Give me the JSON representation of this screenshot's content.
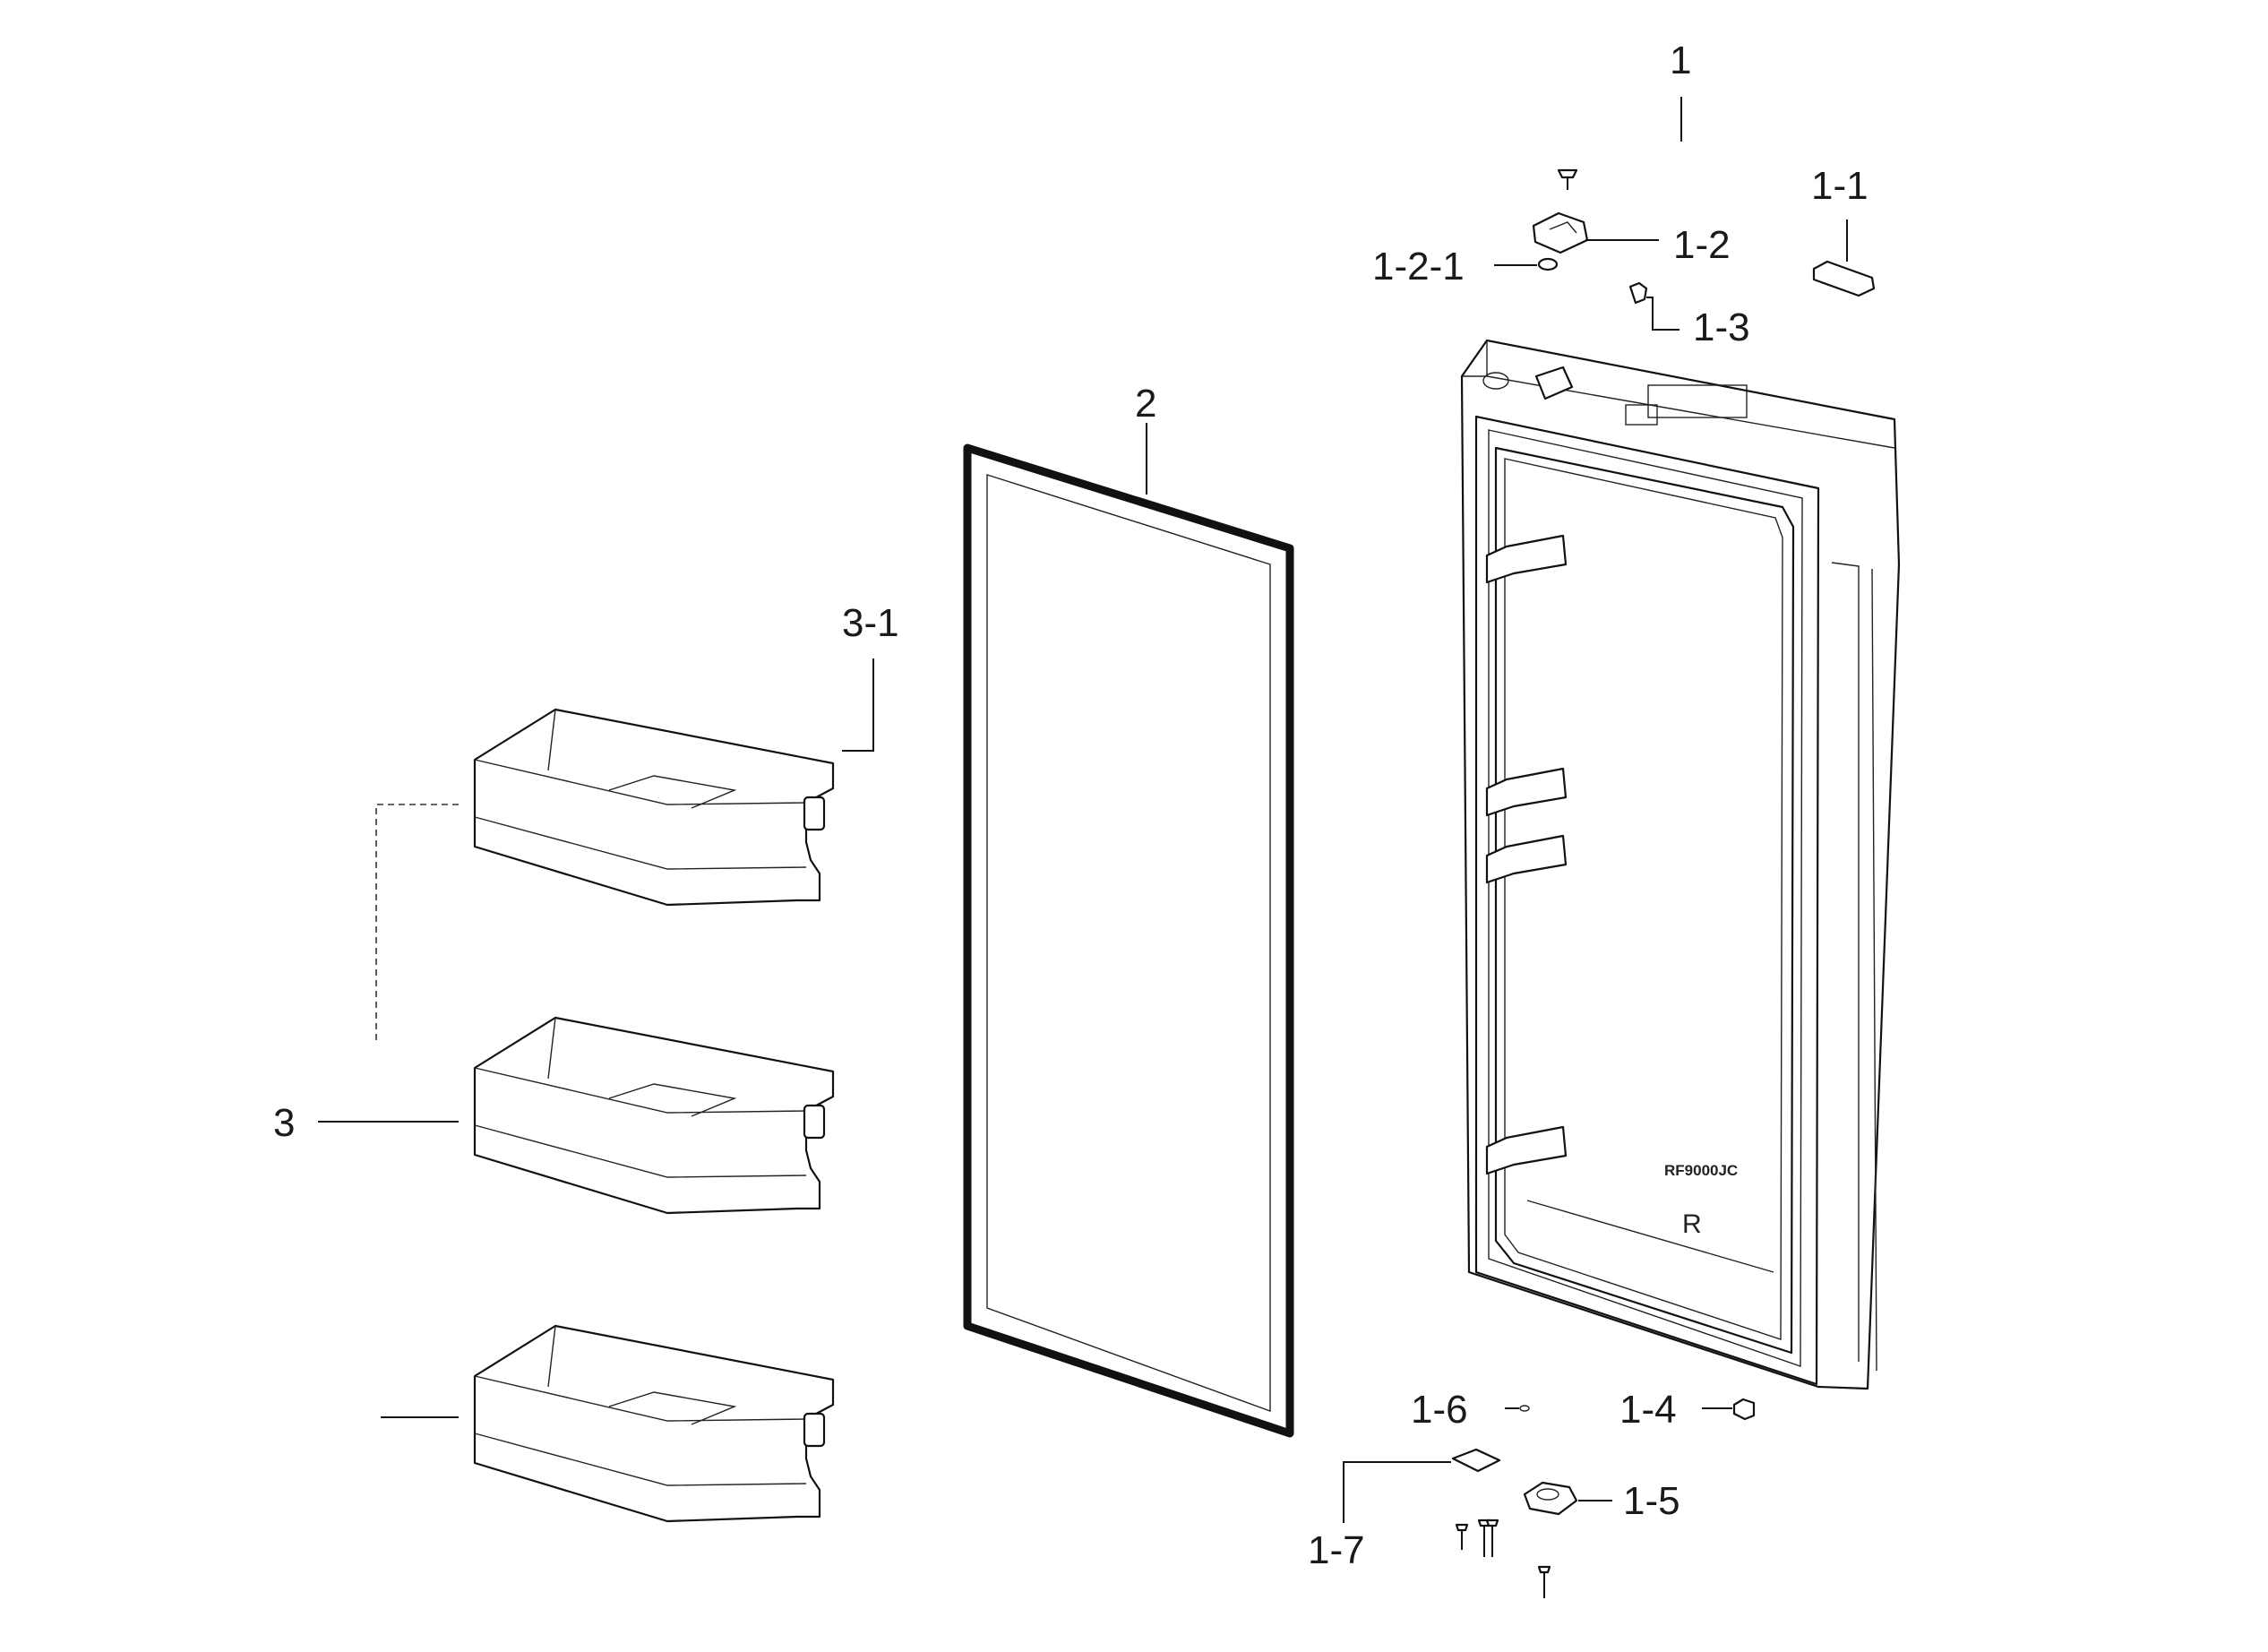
{
  "diagram": {
    "callouts": {
      "c1": "1",
      "c1_1": "1-1",
      "c1_2": "1-2",
      "c1_2_1": "1-2-1",
      "c1_3": "1-3",
      "c1_4": "1-4",
      "c1_5": "1-5",
      "c1_6": "1-6",
      "c1_7": "1-7",
      "c2": "2",
      "c3": "3",
      "c3_1": "3-1"
    },
    "door_model_label": "RF9000JC",
    "door_side_mark": "R"
  }
}
